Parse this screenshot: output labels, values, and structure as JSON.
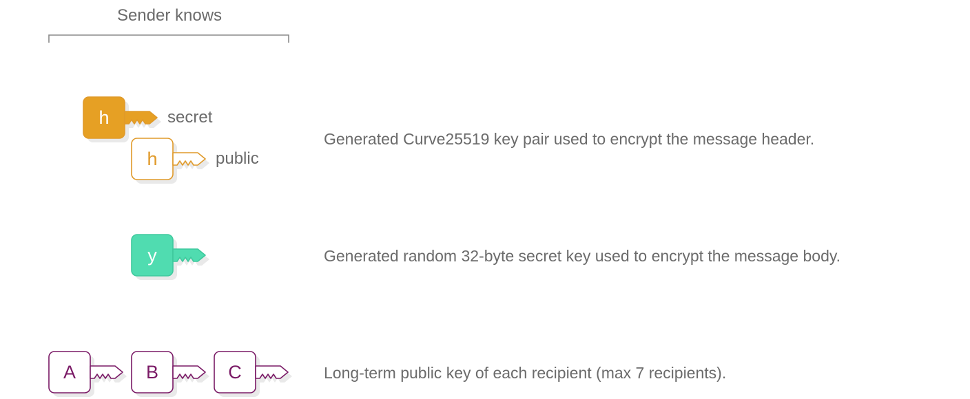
{
  "header": {
    "title": "Sender knows"
  },
  "keys": {
    "header_secret": {
      "char": "h",
      "label": "secret"
    },
    "header_public": {
      "char": "h",
      "label": "public"
    },
    "body_key": {
      "char": "y"
    },
    "recipients": [
      {
        "char": "A"
      },
      {
        "char": "B"
      },
      {
        "char": "C"
      }
    ]
  },
  "descriptions": {
    "header_keypair": "Generated Curve25519 key pair used to encrypt the message header.",
    "body_key": "Generated random 32-byte secret key used to encrypt the message body.",
    "recipients": "Long-term public key of each recipient (max 7 recipients)."
  },
  "colors": {
    "header_key": "#e6a024",
    "header_key_outline": "#e09a2a",
    "body_key": "#50dcb0",
    "body_key_outline": "#3ec99d",
    "recipient_key_outline": "#7a1a66",
    "text": "#6b6b6b",
    "shadow": "#e9e9e9"
  }
}
